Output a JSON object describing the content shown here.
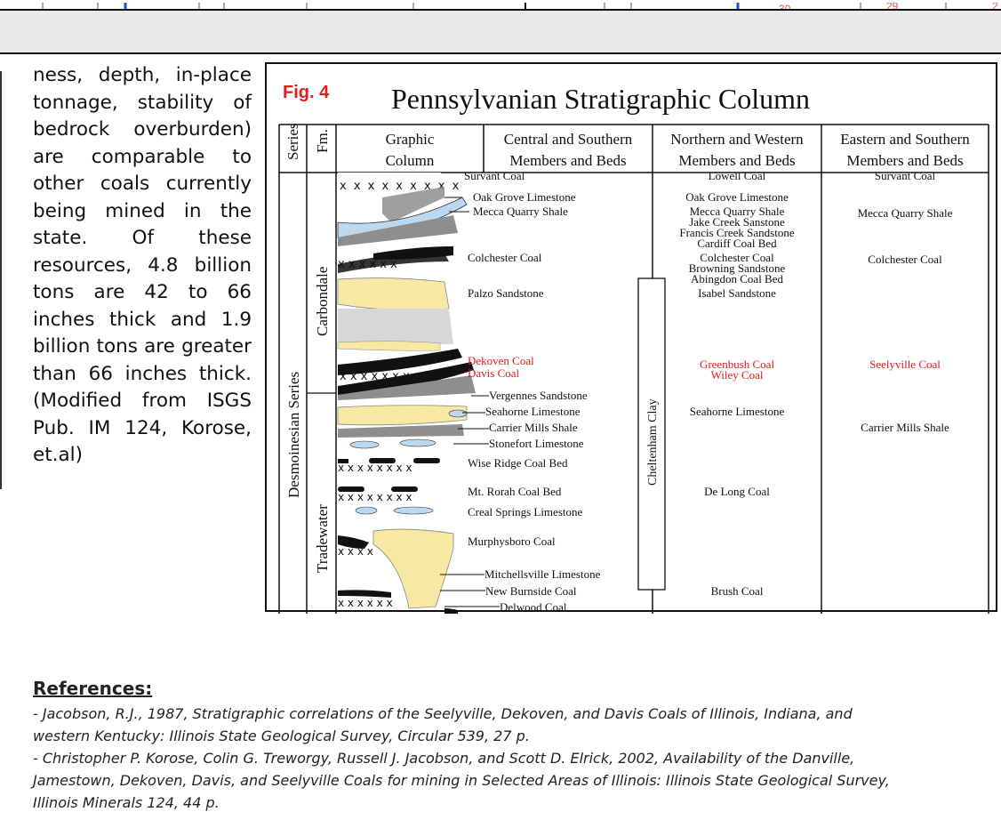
{
  "top_strip": {
    "labels": [
      "30",
      "29",
      "2"
    ],
    "label_color": "#e8554e"
  },
  "body_text": "ness, depth, in-place tonnage, stability of bedrock overburden) are comparable to other coals currently being mined in the state. Of these resources, 4.8 billion tons are 42 to 66 inches thick and 1.9 billion tons are greater than 66 inches thick. (Modified from ISGS Pub. IM 124, Korose, et.al)",
  "figure": {
    "label": "Fig. 4",
    "label_color": "#e21b1b",
    "title": "Pennsylvanian Stratigraphic Column",
    "headers": {
      "series": "Series",
      "fm": "Fm.",
      "graphic": [
        "Graphic",
        "Column"
      ],
      "central": [
        "Central and Southern",
        "Members and Beds"
      ],
      "northern": [
        "Northern and Western",
        "Members and Beds"
      ],
      "eastern": [
        "Eastern and Southern",
        "Members and Beds"
      ]
    },
    "series_name": "Desmoinesian Series",
    "formations": [
      "Carbondale",
      "Tradewater"
    ],
    "cheltenham": "Cheltenham Clay",
    "central_beds": [
      "Survant Coal",
      "Oak Grove Limestone",
      "Mecca Quarry Shale",
      "Colchester Coal",
      "Palzo Sandstone",
      "Dekoven Coal",
      "Davis Coal",
      "Vergennes Sandstone",
      "Seahorne Limestone",
      "Carrier Mills Shale",
      "Stonefort Limestone",
      "Wise Ridge Coal Bed",
      "Mt. Rorah Coal Bed",
      "Creal Springs Limestone",
      "Murphysboro Coal",
      "Mitchellsville Limestone",
      "New Burnside Coal",
      "Delwood Coal"
    ],
    "northern_beds": [
      "Lowell Coal",
      "Oak Grove Limestone",
      "Mecca Quarry Shale",
      "Jake Creek Sanstone",
      "Francis Creek Sandstone",
      "Cardiff Coal Bed",
      "Colchester Coal",
      "Browning Sandstone",
      "Abingdon Coal Bed",
      "Isabel Sandstone",
      "Greenbush Coal",
      "Wiley Coal",
      "Seahorne Limestone",
      "De Long Coal",
      "Brush Coal"
    ],
    "eastern_beds": [
      "Survant Coal",
      "Mecca Quarry Shale",
      "Colchester Coal",
      "Seelyville Coal",
      "Carrier Mills Shale"
    ],
    "highlight_color": "#e21b1b",
    "sand_color": "#f7e9a4",
    "shale_color": "#8e8e8e",
    "limestone_color": "#bcd8ee"
  },
  "references": {
    "heading": "References:",
    "items": [
      "- Jacobson, R.J., 1987, Stratigraphic correlations of the Seelyville, Dekoven, and Davis Coals of Illinois, Indiana, and",
      "western Kentucky: Illinois State Geological Survey, Circular 539, 27 p.",
      "- Christopher P. Korose, Colin G. Treworgy, Russell J. Jacobson, and Scott D. Elrick, 2002, Availability of the Danville,",
      "Jamestown, Dekoven, Davis, and Seelyville Coals for mining in Selected Areas of Illinois: Illinois State Geological Survey,",
      "Illinois Minerals 124, 44 p."
    ]
  }
}
